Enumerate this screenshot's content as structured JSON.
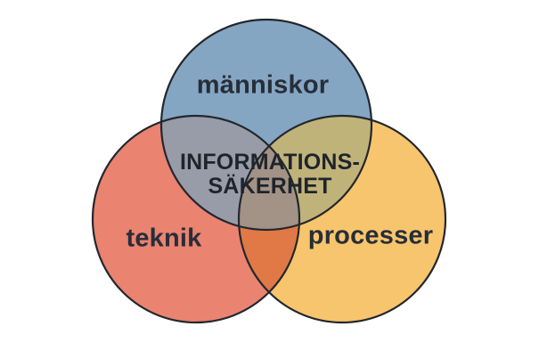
{
  "diagram": {
    "center_title": {
      "line1": "INFORMATIONS-",
      "line2": "SÄKERHET"
    },
    "circles": {
      "people": {
        "label": "människor",
        "color": "#85a6c3"
      },
      "tech": {
        "label": "teknik",
        "color": "#ea8370"
      },
      "process": {
        "label": "processer",
        "color": "#f7c56d"
      }
    },
    "overlaps": {
      "people_tech": "#989ca8",
      "people_process": "#c0b379",
      "tech_process": "#e07946",
      "center": "#a39386"
    },
    "outline_color": "#23272e",
    "label_color": "#272e38",
    "title_color": "#1f242c",
    "background_color": "#ffffff"
  }
}
